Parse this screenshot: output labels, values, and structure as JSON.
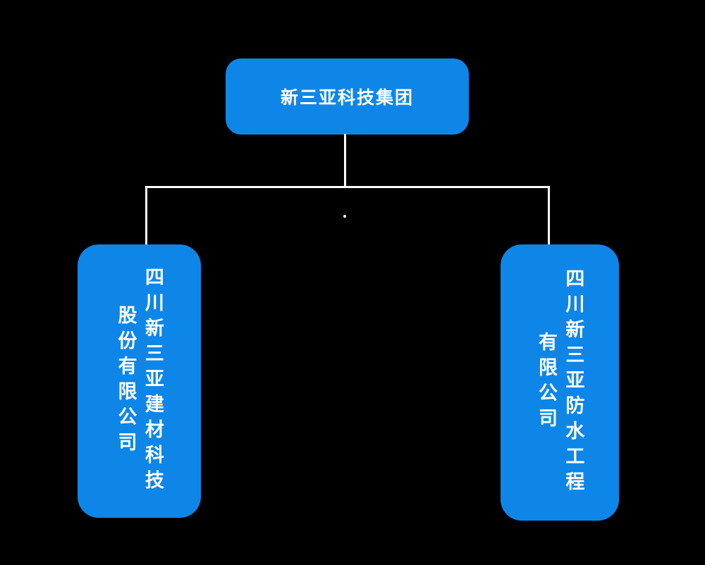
{
  "org": {
    "root": {
      "label": "新三亚科技集团"
    },
    "children": [
      {
        "full_label": "四川新三亚建材科技股份有限公司",
        "col_right": "四川新三亚建材科技",
        "col_left": "股份有限公司"
      },
      {
        "full_label": "四川新三亚防水工程有限公司",
        "col_right": "四川新三亚防水工程",
        "col_left": "有限公司"
      }
    ]
  },
  "colors": {
    "background": "#000000",
    "node_fill": "#0e86e8",
    "node_text": "#ffffff",
    "connector": "#ffffff"
  }
}
